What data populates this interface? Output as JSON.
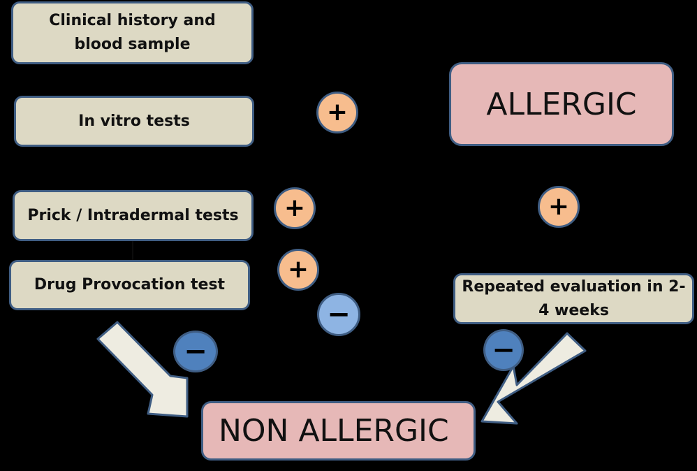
{
  "steps": {
    "history": "Clinical history and blood sample",
    "invitro": "In vitro tests",
    "prick": "Prick / Intradermal tests",
    "provocation": "Drug Provocation test",
    "repeated": "Repeated evaluation in 2-4 weeks"
  },
  "results": {
    "allergic": "ALLERGIC",
    "non_allergic": "NON ALLERGIC"
  },
  "signs": {
    "positive": "+",
    "negative": "−"
  },
  "colors": {
    "background": "#000000",
    "step_fill": "#ddd9c4",
    "result_fill": "#e6b8b7",
    "border": "#3f5d83",
    "positive_fill": "#f7bd8e",
    "negative_light_fill": "#8eb4e3",
    "negative_dark_fill": "#4f81bd",
    "arrow_fill": "#eeece1"
  }
}
